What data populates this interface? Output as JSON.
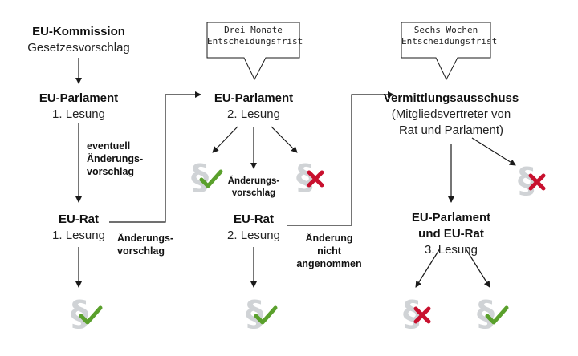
{
  "nodes": {
    "kommission": {
      "title": "EU-Kommission",
      "sub": "Gesetzesvorschlag"
    },
    "parlament1": {
      "title": "EU-Parlament",
      "sub": "1. Lesung"
    },
    "rat1": {
      "title": "EU-Rat",
      "sub": "1. Lesung"
    },
    "parlament2": {
      "title": "EU-Parlament",
      "sub": "2. Lesung"
    },
    "rat2": {
      "title": "EU-Rat",
      "sub": "2. Lesung"
    },
    "vermittlung": {
      "title": "Vermittlungsausschuss",
      "sub1": "(Mitgliedsvertreter von",
      "sub2": "Rat und Parlament)"
    },
    "parlament_rat3": {
      "title1": "EU-Parlament",
      "title2": "und EU-Rat",
      "sub": "3. Lesung"
    }
  },
  "edge_labels": {
    "eventuell": [
      "eventuell",
      "Änderungs-",
      "vorschlag"
    ],
    "aenderung1": [
      "Änderungs-",
      "vorschlag"
    ],
    "aenderung2": [
      "Änderungs-",
      "vorschlag"
    ],
    "nicht_angenommen": [
      "Änderung",
      "nicht",
      "angenommen"
    ]
  },
  "callouts": {
    "drei_monate": [
      "Drei Monate",
      "Entscheidungsfrist"
    ],
    "sechs_wochen": [
      "Sechs Wochen",
      "Entscheidungsfrist"
    ]
  },
  "results": {
    "rat1_result": "approved",
    "p2_approved": "approved",
    "p2_rejected": "rejected",
    "rat2_result": "approved",
    "vermittlung_rejected": "rejected",
    "lesung3_rejected": "rejected",
    "lesung3_approved": "approved"
  },
  "colors": {
    "approved": "#5aa02c",
    "rejected": "#c8102e",
    "paragraph": "#d0d3d6",
    "line": "#1a1a1a"
  }
}
